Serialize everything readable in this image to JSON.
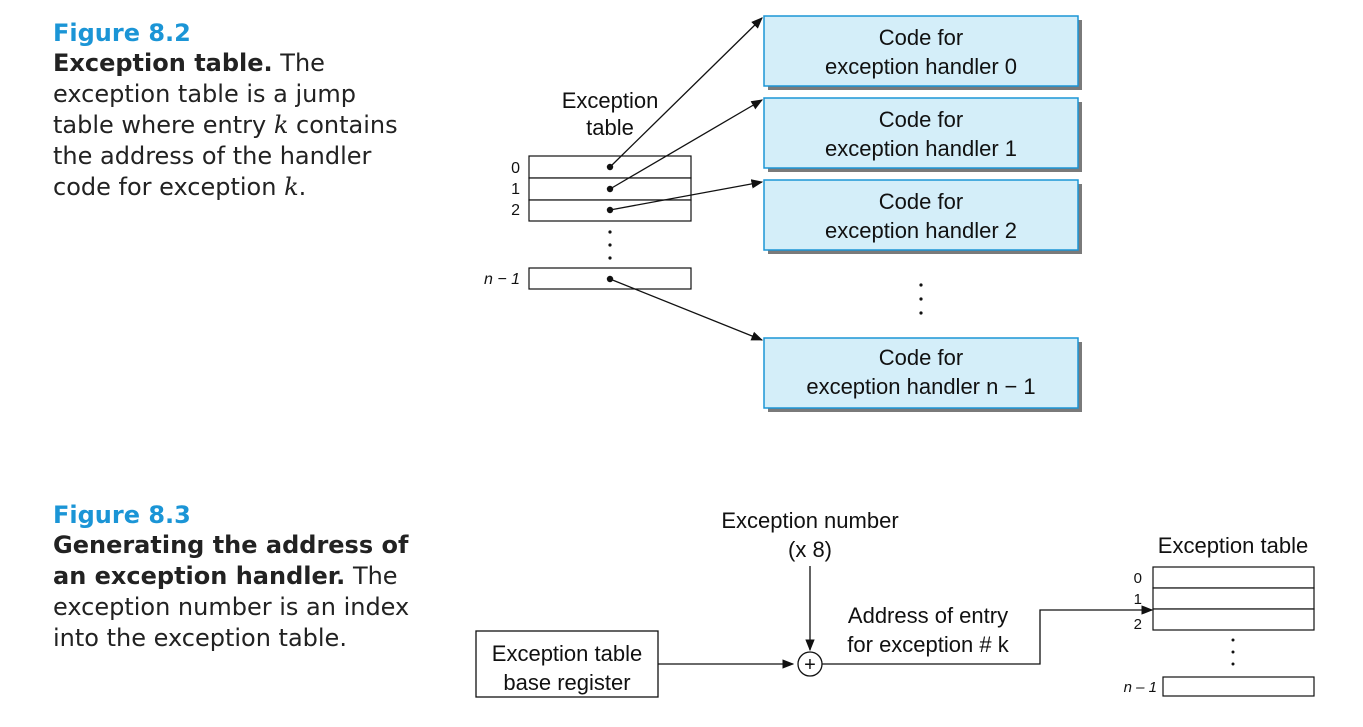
{
  "figure_8_2": {
    "label": "Figure 8.2",
    "title": "Exception table.",
    "body_1": "The exception table is a jump table where entry",
    "k_var": "k",
    "body_2": "contains the address of the handler code for exception",
    "k_var_2": "k",
    "period": ".",
    "table_title_line1": "Exception",
    "table_title_line2": "table",
    "row_labels": [
      "0",
      "1",
      "2",
      "n − 1"
    ],
    "handlers": [
      {
        "line1": "Code for",
        "line2": "exception handler 0"
      },
      {
        "line1": "Code for",
        "line2": "exception handler 1"
      },
      {
        "line1": "Code for",
        "line2": "exception handler 2"
      },
      {
        "line1": "Code for",
        "line2": "exception handler n − 1"
      }
    ]
  },
  "figure_8_3": {
    "label": "Figure 8.3",
    "title": "Generating the address of an exception handler.",
    "body": "The exception number is an index into the exception table.",
    "exception_number_line1": "Exception number",
    "exception_number_line2": "(x 8)",
    "base_register_line1": "Exception table",
    "base_register_line2": "base register",
    "address_line1": "Address of entry",
    "address_line2": "for exception # k",
    "adder_symbol": "+",
    "table_title": "Exception table",
    "row_labels": [
      "0",
      "1",
      "2",
      "n – 1"
    ]
  },
  "colors": {
    "figure_label": "#1b95d6",
    "handler_box_fill": "#d4eef9",
    "handler_box_border": "#1b95d6",
    "shadow": "#7a7a7a"
  }
}
